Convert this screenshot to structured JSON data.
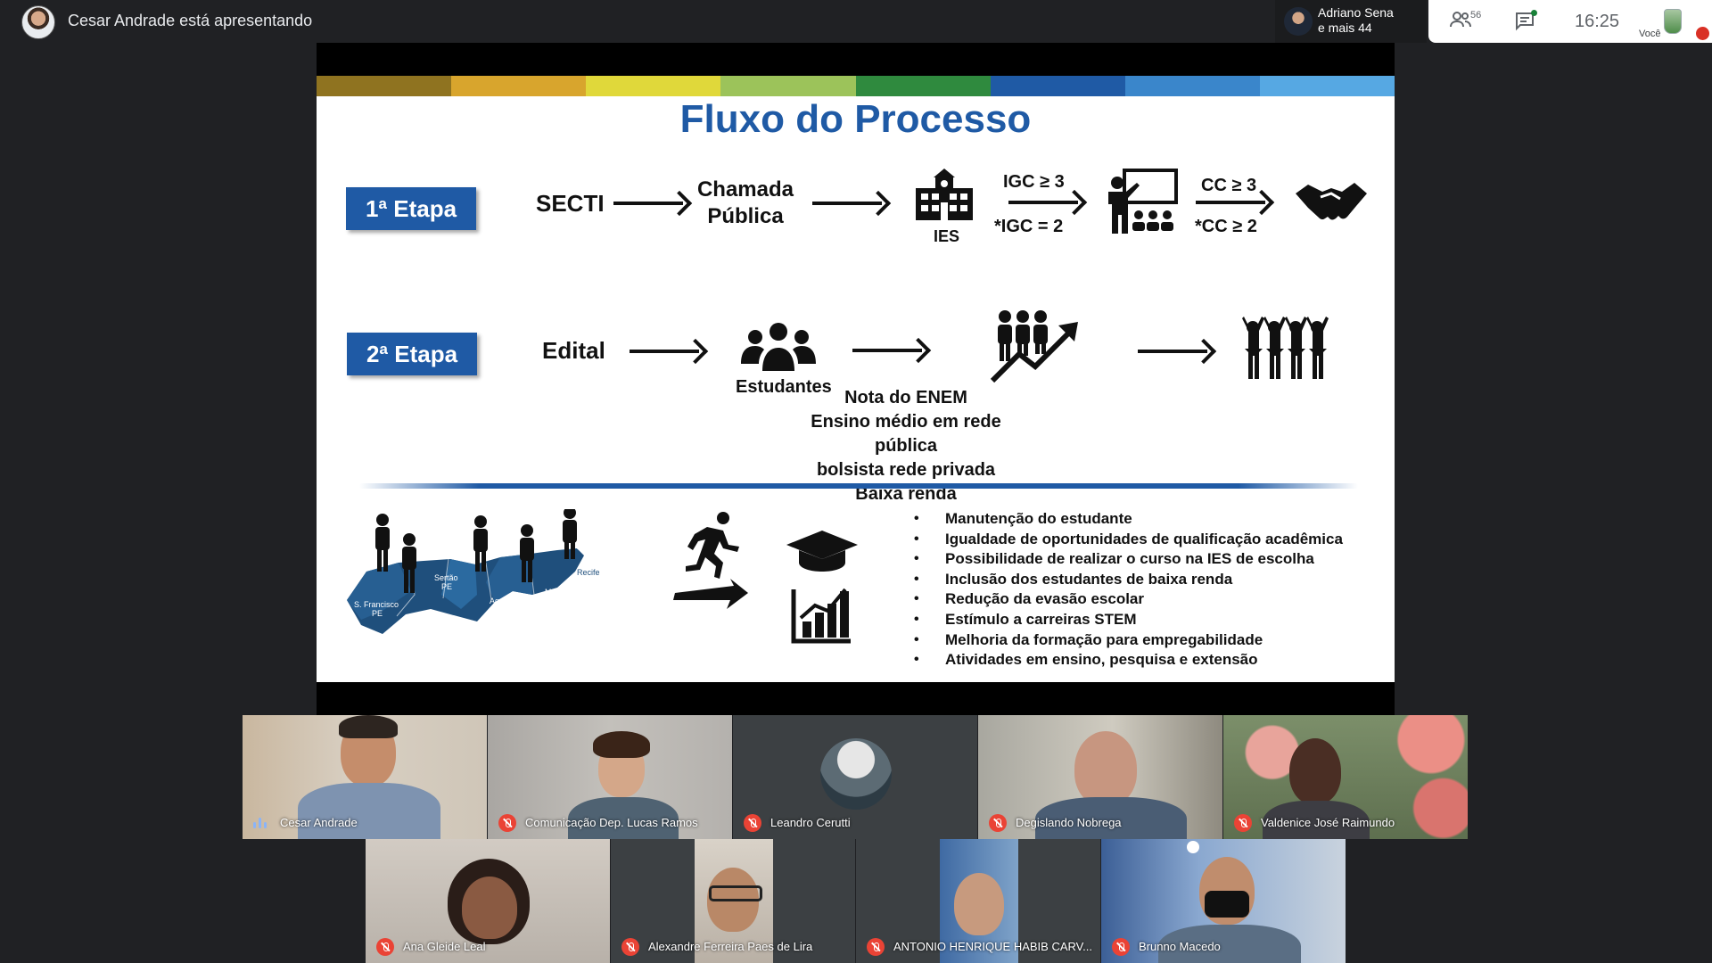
{
  "topbar": {
    "presenter_text": "Cesar Andrade está apresentando",
    "guest_name": "Adriano Sena",
    "guest_more": "e mais 44",
    "participant_count": "56",
    "time": "16:25",
    "self_label": "Você"
  },
  "slide": {
    "colors": [
      "#8f7320",
      "#d8a52d",
      "#e0d83a",
      "#9cc35a",
      "#2f8a3e",
      "#1f5aa5",
      "#3a86cb",
      "#56a8e3"
    ],
    "title": "Fluxo do Processo",
    "stage1": {
      "label": "1ª Etapa",
      "secti": "SECTI",
      "chamada": "Chamada",
      "publica": "Pública",
      "ies": "IES",
      "igc1": "IGC ≥ 3",
      "igc2": "*IGC = 2",
      "cc1": "CC ≥ 3",
      "cc2": "*CC ≥ 2"
    },
    "stage2": {
      "label": "2ª Etapa",
      "edital": "Edital",
      "estudantes": "Estudantes",
      "criteria": [
        "Nota do ENEM",
        "Ensino médio em rede pública",
        "bolsista rede privada",
        "Baixa renda"
      ]
    },
    "map_labels": {
      "sao_francisco": "S. Francisco",
      "sertao": "Sertão",
      "agreste": "Agreste",
      "mata": "Mata",
      "pe": "PE",
      "recife": "Recife"
    },
    "bullets": [
      "Manutenção do estudante",
      "Igualdade de oportunidades de qualificação acadêmica",
      "Possibilidade de realizar o curso na IES de escolha",
      "Inclusão dos estudantes de baixa renda",
      "Redução da evasão escolar",
      "Estímulo a carreiras STEM",
      "Melhoria da formação para empregabilidade",
      "Atividades em ensino, pesquisa e extensão"
    ]
  },
  "participants": [
    {
      "name": "Cesar Andrade"
    },
    {
      "name": "Comunicação Dep. Lucas Ramos"
    },
    {
      "name": "Leandro Cerutti"
    },
    {
      "name": "Degislando Nobrega"
    },
    {
      "name": "Valdenice José Raimundo"
    },
    {
      "name": "Ana Gleide Leal"
    },
    {
      "name": "Alexandre Ferreira Paes de Lira"
    },
    {
      "name": "ANTONIO HENRIQUE HABIB CARV..."
    },
    {
      "name": "Brunno Macedo"
    }
  ]
}
